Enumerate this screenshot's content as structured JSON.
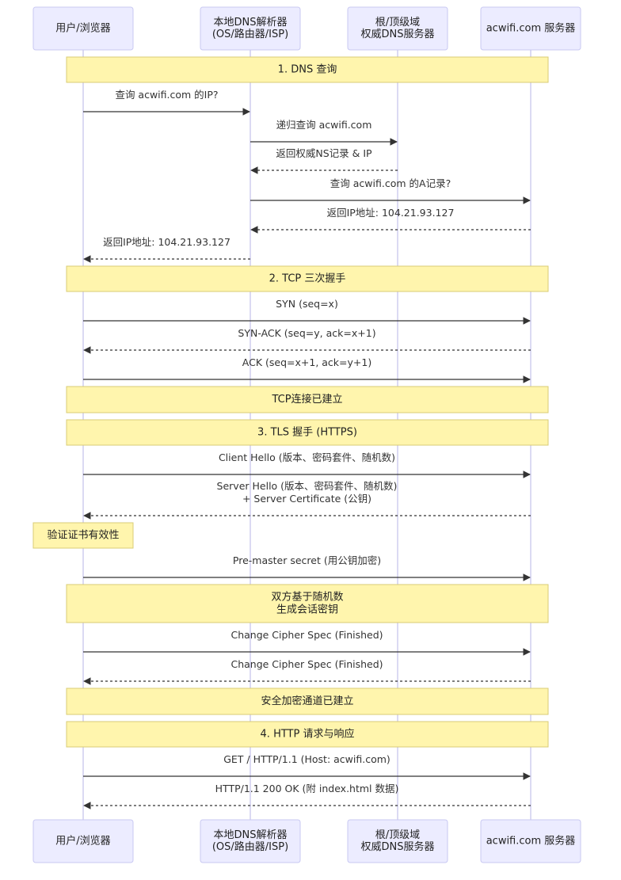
{
  "participants": [
    {
      "id": "user",
      "name": [
        "用户/浏览器"
      ]
    },
    {
      "id": "dns",
      "name": [
        "本地DNS解析器",
        "(OS/路由器/ISP)"
      ]
    },
    {
      "id": "root",
      "name": [
        "根/顶级域",
        "权威DNS服务器"
      ]
    },
    {
      "id": "server",
      "name": [
        "acwifi.com 服务器"
      ]
    }
  ],
  "sections": [
    {
      "name": "section-dns-query",
      "text": [
        "1. DNS 查询"
      ]
    },
    {
      "name": "msg-query-ip",
      "from": "user",
      "to": "dns",
      "style": "solid",
      "text": [
        "查询 acwifi.com 的IP?"
      ]
    },
    {
      "name": "msg-recursive-query",
      "from": "dns",
      "to": "root",
      "style": "solid",
      "text": [
        "递归查询 acwifi.com"
      ]
    },
    {
      "name": "msg-return-ns",
      "from": "root",
      "to": "dns",
      "style": "dashed",
      "text": [
        "返回权威NS记录 & IP"
      ]
    },
    {
      "name": "msg-query-a-record",
      "from": "dns",
      "to": "server",
      "style": "solid",
      "text": [
        "查询 acwifi.com 的A记录?"
      ]
    },
    {
      "name": "msg-return-ip-server",
      "from": "server",
      "to": "dns",
      "style": "dashed",
      "text": [
        "返回IP地址: 104.21.93.127"
      ]
    },
    {
      "name": "msg-return-ip-user",
      "from": "dns",
      "to": "user",
      "style": "dashed",
      "text": [
        "返回IP地址: 104.21.93.127"
      ]
    },
    {
      "name": "section-tcp-handshake",
      "text": [
        "2. TCP 三次握手"
      ]
    },
    {
      "name": "msg-syn",
      "from": "user",
      "to": "server",
      "style": "solid",
      "text": [
        "SYN (seq=x)"
      ]
    },
    {
      "name": "msg-syn-ack",
      "from": "server",
      "to": "user",
      "style": "dashed",
      "text": [
        "SYN-ACK (seq=y, ack=x+1)"
      ]
    },
    {
      "name": "msg-ack",
      "from": "user",
      "to": "server",
      "style": "solid",
      "text": [
        "ACK (seq=x+1, ack=y+1)"
      ]
    },
    {
      "name": "note-tcp-established",
      "text": [
        "TCP连接已建立"
      ]
    },
    {
      "name": "section-tls-handshake",
      "text": [
        "3. TLS 握手 (HTTPS)"
      ]
    },
    {
      "name": "msg-client-hello",
      "from": "user",
      "to": "server",
      "style": "solid",
      "text": [
        "Client Hello (版本、密码套件、随机数)"
      ]
    },
    {
      "name": "msg-server-hello",
      "from": "server",
      "to": "user",
      "style": "dashed",
      "text": [
        "Server Hello (版本、密码套件、随机数)",
        "+ Server Certificate (公钥)"
      ]
    },
    {
      "name": "note-verify-cert",
      "text": [
        "验证证书有效性"
      ]
    },
    {
      "name": "msg-pre-master",
      "from": "user",
      "to": "server",
      "style": "solid",
      "text": [
        "Pre-master secret (用公钥加密)"
      ]
    },
    {
      "name": "note-session-key",
      "text": [
        "双方基于随机数",
        "生成会话密钥"
      ]
    },
    {
      "name": "msg-change-cipher-client",
      "from": "user",
      "to": "server",
      "style": "solid",
      "text": [
        "Change Cipher Spec (Finished)"
      ]
    },
    {
      "name": "msg-change-cipher-server",
      "from": "server",
      "to": "user",
      "style": "dashed",
      "text": [
        "Change Cipher Spec (Finished)"
      ]
    },
    {
      "name": "note-secure-channel",
      "text": [
        "安全加密通道已建立"
      ]
    },
    {
      "name": "section-http",
      "text": [
        "4. HTTP 请求与响应"
      ]
    },
    {
      "name": "msg-http-get",
      "from": "user",
      "to": "server",
      "style": "solid",
      "text": [
        "GET / HTTP/1.1 (Host: acwifi.com)"
      ]
    },
    {
      "name": "msg-http-response",
      "from": "server",
      "to": "user",
      "style": "dashed",
      "text": [
        "HTTP/1.1 200 OK (附 index.html 数据)"
      ]
    }
  ]
}
